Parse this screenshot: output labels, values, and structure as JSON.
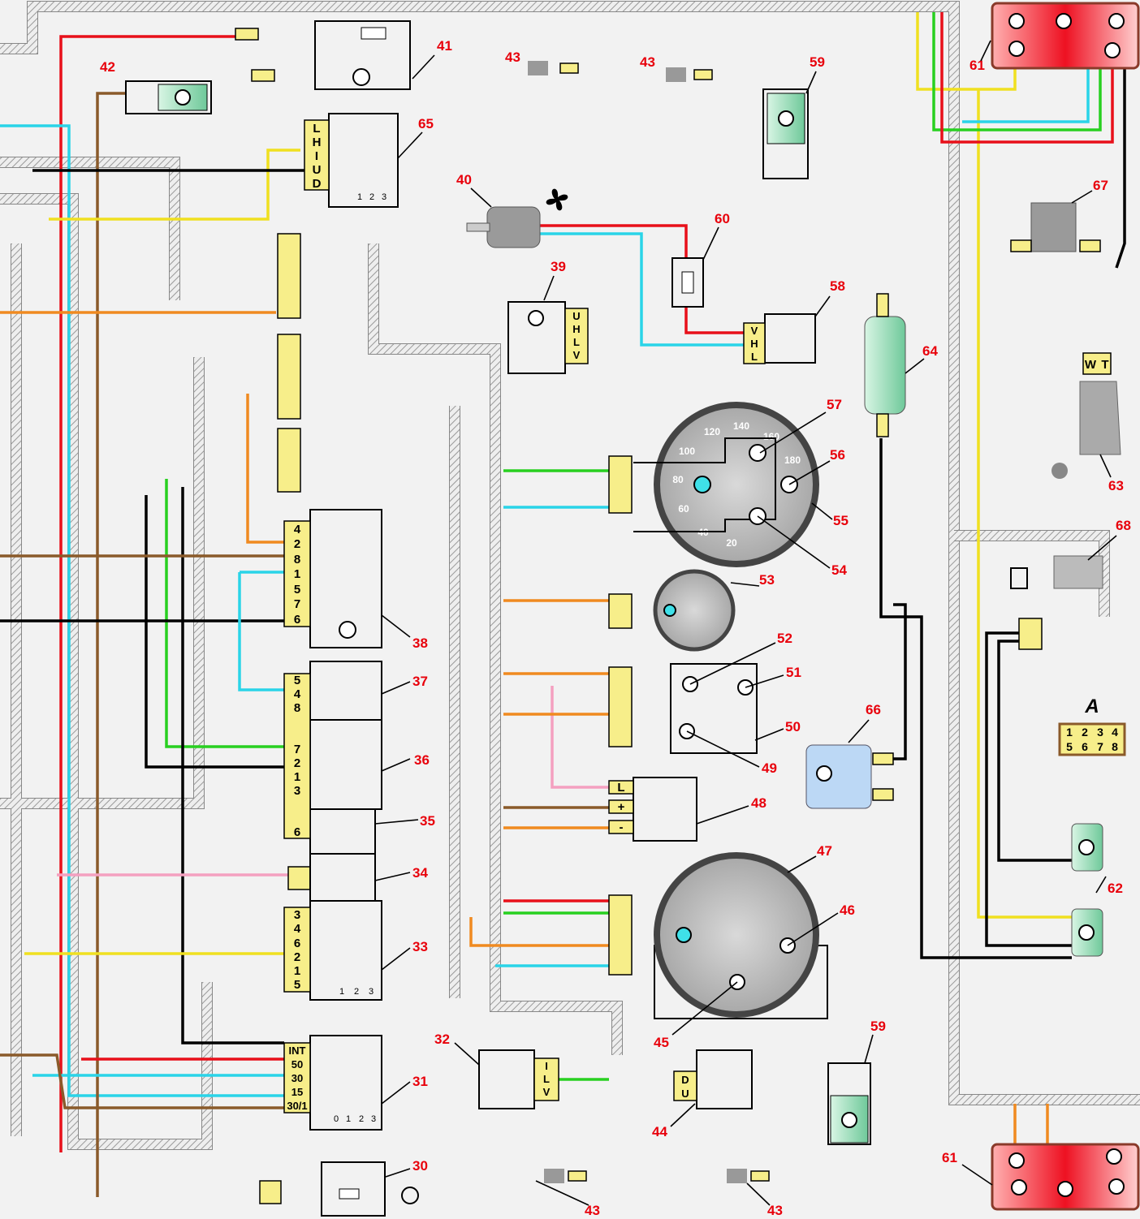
{
  "callouts": [
    "30",
    "31",
    "32",
    "33",
    "34",
    "35",
    "36",
    "37",
    "38",
    "39",
    "40",
    "41",
    "42",
    "43",
    "43",
    "43",
    "43",
    "44",
    "45",
    "46",
    "47",
    "48",
    "49",
    "50",
    "51",
    "52",
    "53",
    "54",
    "55",
    "56",
    "57",
    "58",
    "59",
    "59",
    "60",
    "61",
    "61",
    "62",
    "63",
    "64",
    "65",
    "66",
    "67",
    "68"
  ],
  "pins": {
    "c65": [
      "L",
      "H",
      "I",
      "U",
      "D"
    ],
    "c65_positions": [
      "1",
      "2",
      "3"
    ],
    "c39": [
      "U",
      "H",
      "L",
      "V"
    ],
    "c58": [
      "V",
      "H",
      "L"
    ],
    "c38": [
      "4",
      "2",
      "8",
      "1",
      "5",
      "7",
      "6"
    ],
    "c37": [
      "5",
      "4",
      "8"
    ],
    "c36": [
      "7",
      "2",
      "1",
      "3"
    ],
    "c35": [
      "6"
    ],
    "c33": [
      "3",
      "4",
      "6",
      "2",
      "1",
      "5"
    ],
    "c33_positions": [
      "1",
      "2",
      "3"
    ],
    "c31": [
      "INT",
      "50",
      "30",
      "15",
      "30/1"
    ],
    "c31_positions": [
      "0",
      "1",
      "2",
      "3"
    ],
    "c32": [
      "I",
      "L",
      "V"
    ],
    "c44": [
      "D",
      "U"
    ],
    "c48": [
      "L",
      "+",
      "-"
    ],
    "c63": [
      "W",
      "T"
    ]
  },
  "speedometer_scale": [
    "20",
    "40",
    "60",
    "80",
    "100",
    "120",
    "140",
    "160",
    "180"
  ],
  "connector_a": {
    "title": "A",
    "pins": [
      "1",
      "2",
      "3",
      "4",
      "5",
      "6",
      "7",
      "8"
    ]
  },
  "colors": {
    "callout": "#e8000b",
    "connector": "#f7ee8a",
    "lamp_cyan": "#3fe0e8",
    "harness": "#9a9a9a"
  }
}
